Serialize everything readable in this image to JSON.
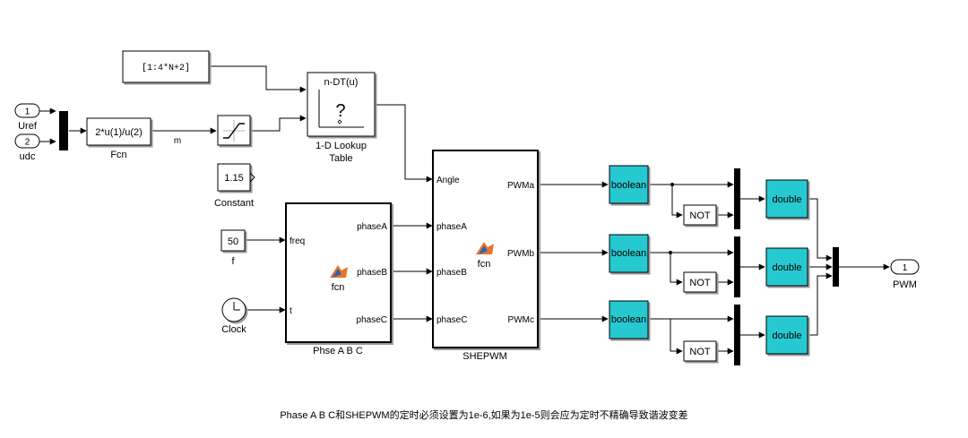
{
  "inports": {
    "uref": {
      "number": "1",
      "name": "Uref"
    },
    "udc": {
      "number": "2",
      "name": "udc"
    }
  },
  "fcn_block": {
    "expr": "2*u(1)/u(2)",
    "name": "Fcn"
  },
  "m_signal": "m",
  "vector_const": {
    "value": "[1:4*N+2]"
  },
  "lookup": {
    "header": "n-DT(u)",
    "symbol": "?",
    "name_line1": "1-D Lookup",
    "name_line2": "Table"
  },
  "constant": {
    "value": "1.15",
    "name": "Constant"
  },
  "freq_const": {
    "value": "50",
    "name": "f"
  },
  "clock": {
    "name": "Clock"
  },
  "phase_block": {
    "name": "Phse A B C",
    "fcn": "fcn",
    "inputs": [
      "freq",
      "t"
    ],
    "outputs": [
      "phaseA",
      "phaseB",
      "phaseC"
    ]
  },
  "shepwm_block": {
    "name": "SHEPWM",
    "fcn": "fcn",
    "inputs": [
      "Angle",
      "phaseA",
      "phaseB",
      "phaseC"
    ],
    "outputs": [
      "PWMa",
      "PWMb",
      "PWMc"
    ]
  },
  "channels": [
    {
      "boolean": "boolean",
      "not": "NOT",
      "double": "double"
    },
    {
      "boolean": "boolean",
      "not": "NOT",
      "double": "double"
    },
    {
      "boolean": "boolean",
      "not": "NOT",
      "double": "double"
    }
  ],
  "outport": {
    "number": "1",
    "name": "PWM"
  },
  "caption": "Phase A B C和SHEPWM的定时必须设置为1e-6,如果为1e-5则会应为定时不精确导致谐波变差",
  "colors": {
    "convert_block": "#26c9cf",
    "matlab_icon": "#e8742a"
  }
}
